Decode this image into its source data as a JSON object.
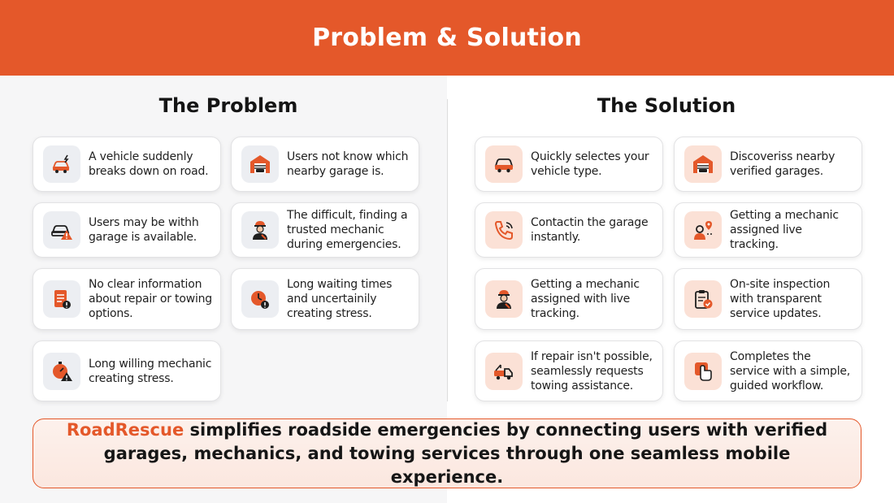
{
  "header": {
    "title": "Problem & Solution"
  },
  "problem": {
    "title": "The Problem",
    "cards": [
      {
        "icon": "broken-car-icon",
        "text": "A vehicle suddenly breaks down on road."
      },
      {
        "icon": "garage-icon",
        "text": "Users not know which nearby garage is."
      },
      {
        "icon": "car-warning-icon",
        "text": "Users may be withh garage is available."
      },
      {
        "icon": "mechanic-icon",
        "text": "The difficult, finding a trusted mechanic during emergencies."
      },
      {
        "icon": "document-warning-icon",
        "text": "No clear information about repair or towing options."
      },
      {
        "icon": "clock-warning-icon",
        "text": "Long waiting times and uncertainily creating stress."
      },
      {
        "icon": "timer-warning-icon",
        "text": "Long willing mechanic creating stress."
      }
    ]
  },
  "solution": {
    "title": "The Solution",
    "cards": [
      {
        "icon": "car-icon",
        "text": "Quickly selectes your vehicle type."
      },
      {
        "icon": "garage-icon",
        "text": "Discoveriss nearby verified garages."
      },
      {
        "icon": "phone-icon",
        "text": "Contactin the garage instantly."
      },
      {
        "icon": "mechanic-location-icon",
        "text": "Getting a mechanic assigned live tracking."
      },
      {
        "icon": "mechanic-icon",
        "text": "Getting a mechanic assigned with live tracking."
      },
      {
        "icon": "clipboard-check-icon",
        "text": "On-site inspection with transparent service updates."
      },
      {
        "icon": "tow-truck-icon",
        "text": "If repair isn't possible, seamlessly requests towing assistance."
      },
      {
        "icon": "tap-icon",
        "text": "Completes the service with a simple, guided workflow."
      }
    ]
  },
  "banner": {
    "brand": "RoadRescue",
    "text": " simplifies roadside emergencies by connecting users with verified garages, mechanics, and towing services through one seamless mobile experience."
  },
  "colors": {
    "accent": "#e4582a",
    "icon_gray_bg": "#eceef2",
    "icon_peach_bg": "#fbe1d6"
  }
}
